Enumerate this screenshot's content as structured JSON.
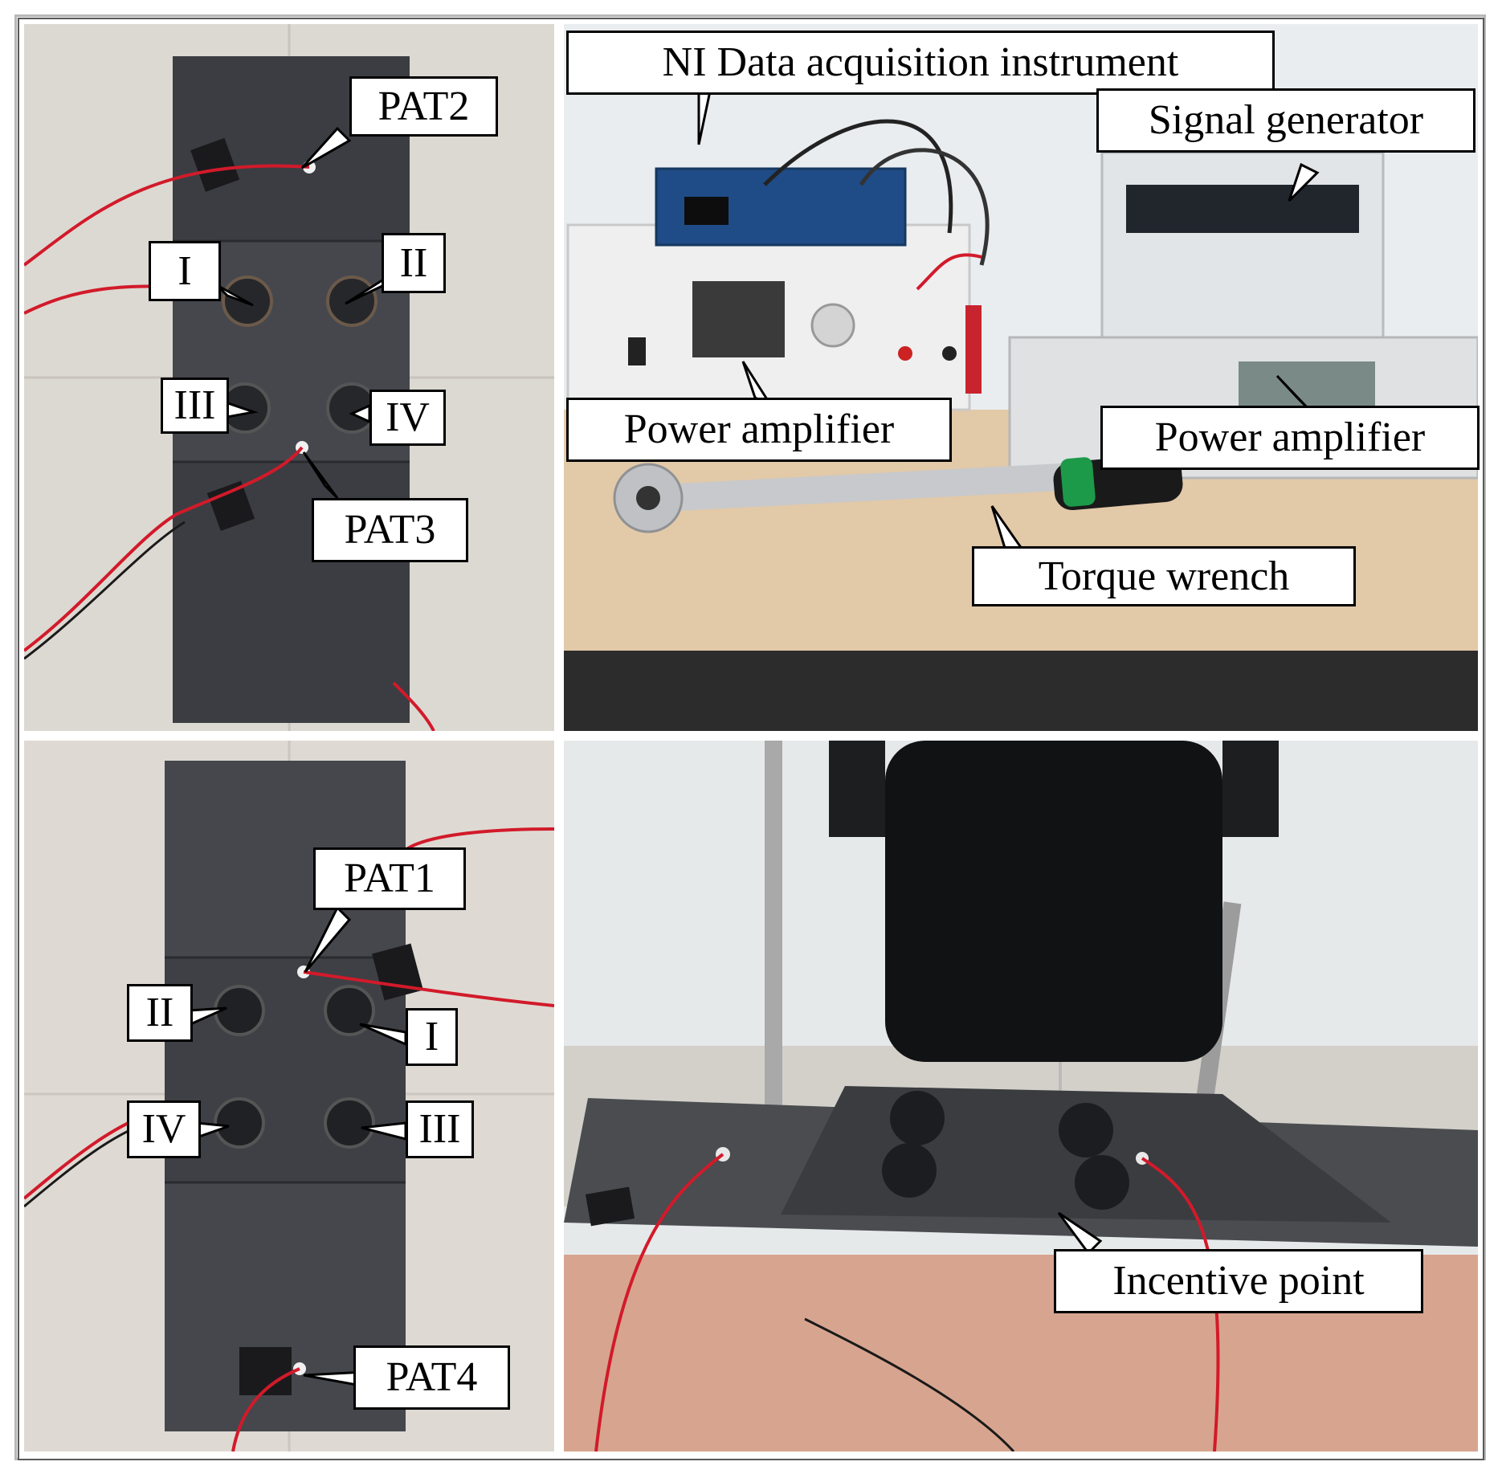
{
  "panel_top_left": {
    "labels": {
      "pat2": "PAT2",
      "pat3": "PAT3",
      "bolt_1": "I",
      "bolt_2": "II",
      "bolt_3": "III",
      "bolt_4": "IV"
    }
  },
  "panel_top_right": {
    "labels": {
      "ni_daq": "NI Data acquisition instrument",
      "signal_generator": "Signal generator",
      "power_amplifier_left": "Power amplifier",
      "power_amplifier_right": "Power amplifier",
      "torque_wrench": "Torque wrench"
    }
  },
  "panel_bottom_left": {
    "labels": {
      "pat1": "PAT1",
      "pat4": "PAT4",
      "bolt_1": "I",
      "bolt_2": "II",
      "bolt_3": "III",
      "bolt_4": "IV"
    }
  },
  "panel_bottom_right": {
    "labels": {
      "incentive_point": "Incentive point"
    }
  },
  "colors": {
    "plate": "#3b3d42",
    "floor": "#d9d6cf",
    "wire_red": "#d21a2a",
    "desk": "#e2c9a8"
  }
}
